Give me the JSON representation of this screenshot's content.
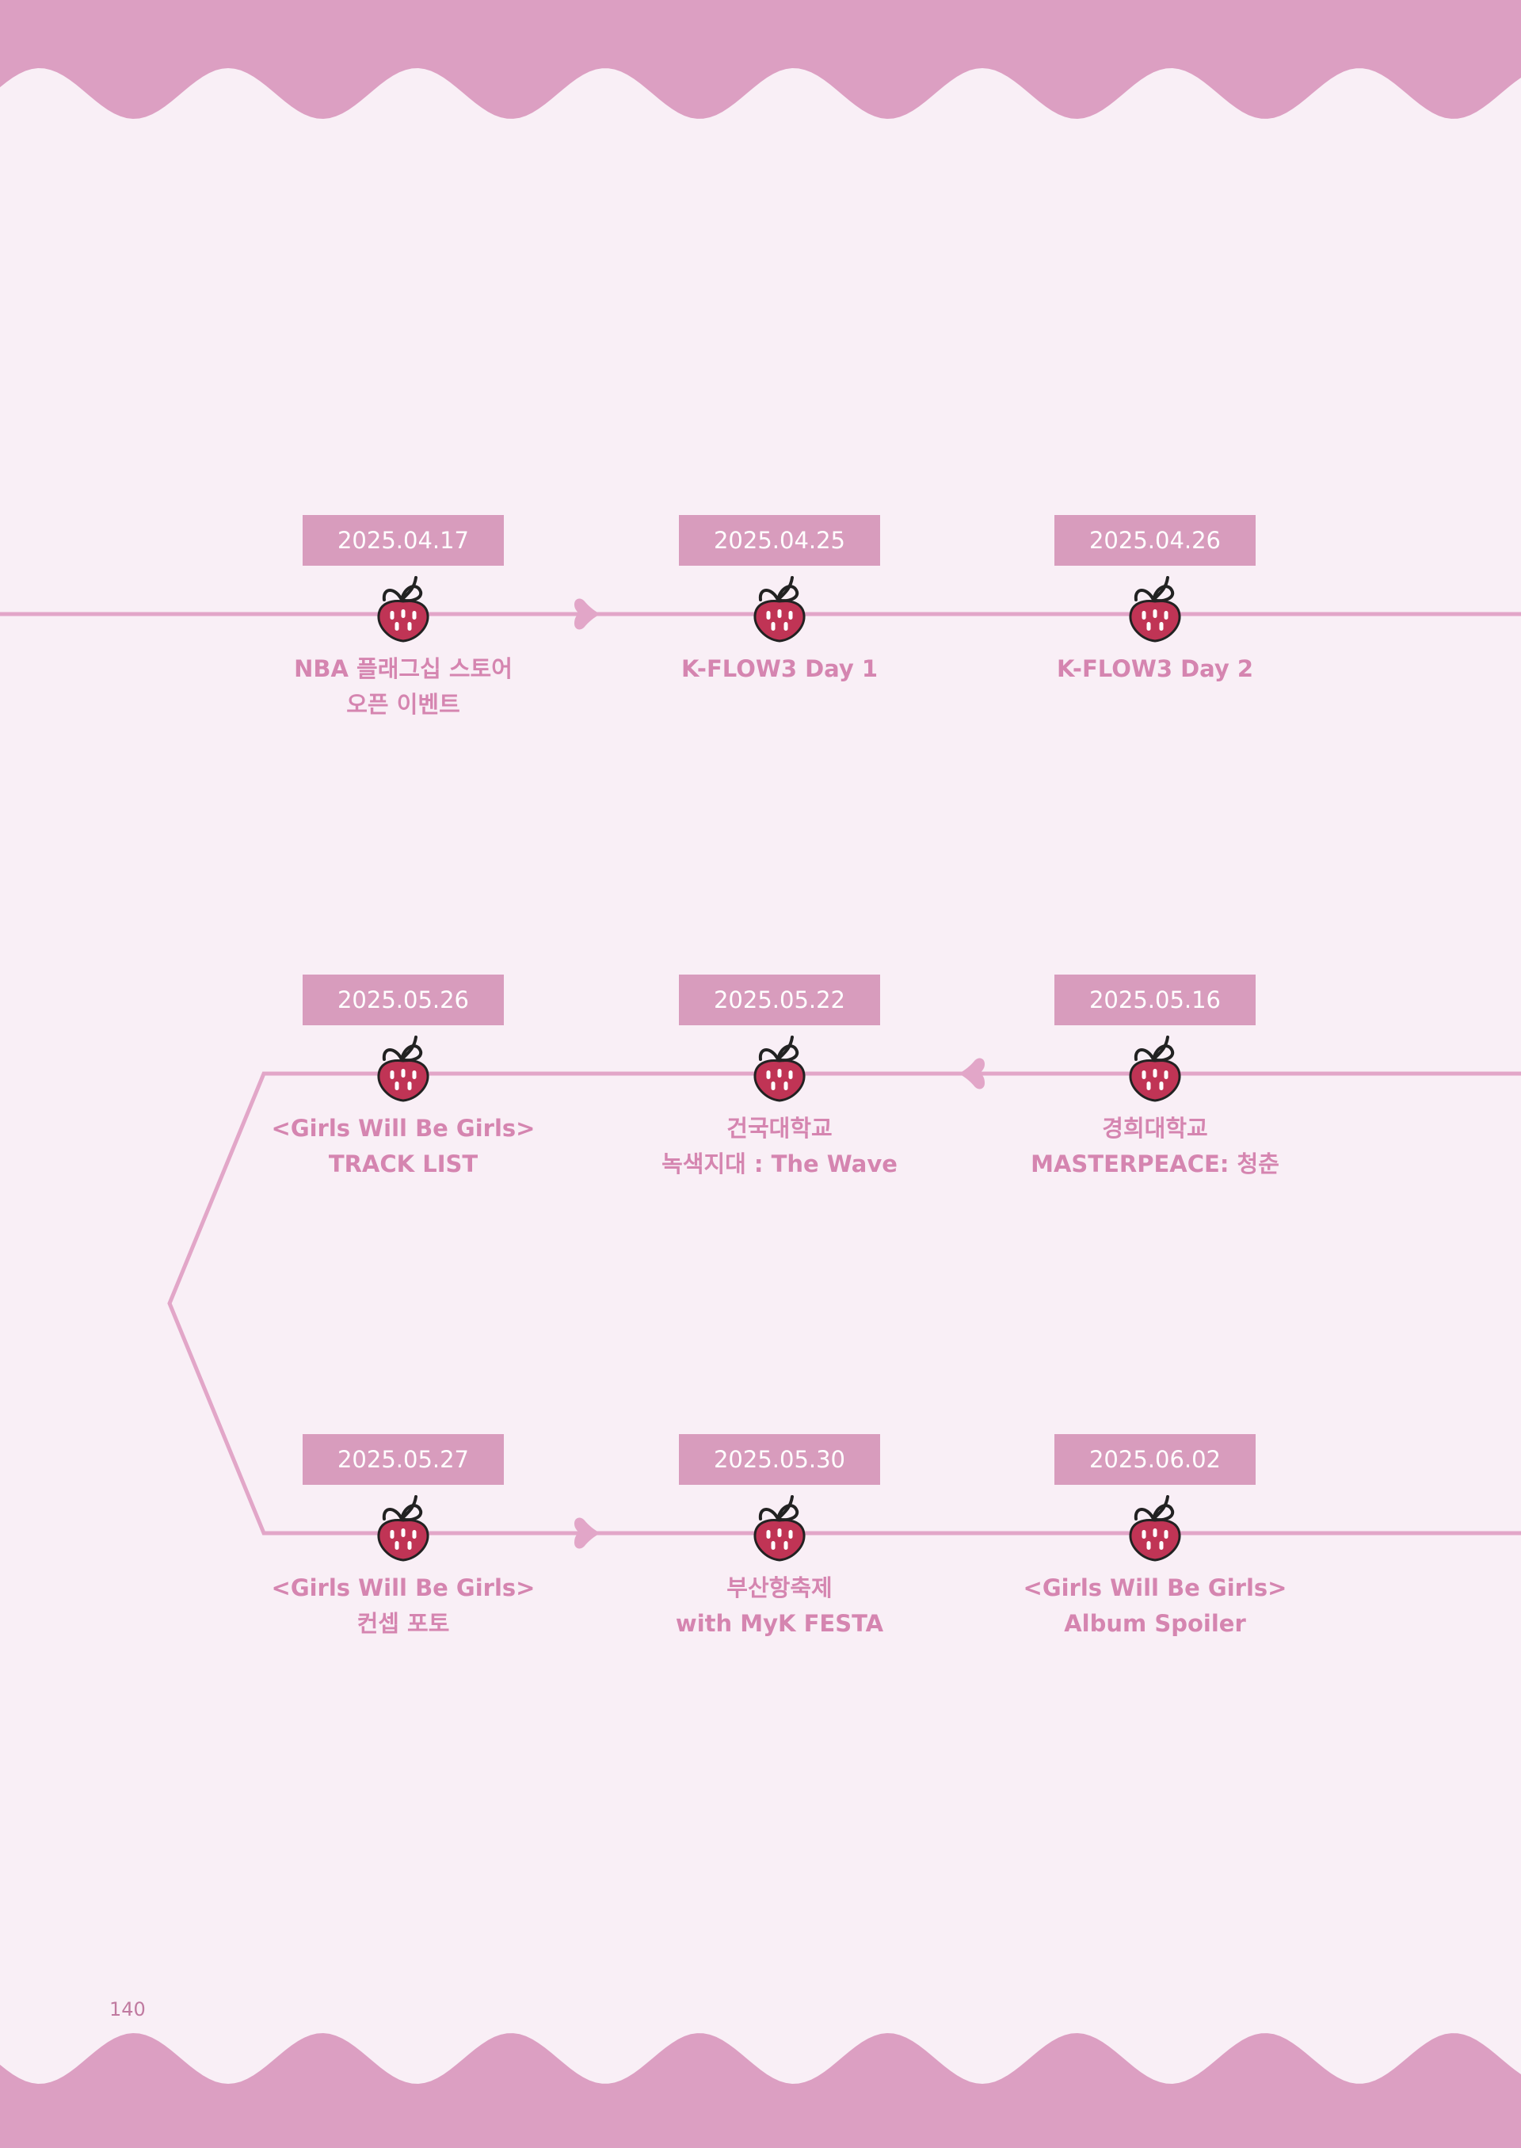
{
  "colors": {
    "background": "#f9eff6",
    "wave": "#dc9fc2",
    "timeline": "#e2a6c8",
    "date_box": "#d89cbd",
    "date_text": "#ffffff",
    "label_text": "#d585b0",
    "strawberry_body": "#c03455",
    "strawberry_outline": "#222222"
  },
  "timeline": {
    "rows": [
      {
        "direction": "right",
        "events": [
          {
            "date": "2025.04.17",
            "lines": [
              "NBA 플래그십 스토어",
              "오픈 이벤트"
            ],
            "icon": "strawberry-icon"
          },
          {
            "date": "2025.04.25",
            "lines": [
              "K-FLOW3 Day 1"
            ],
            "icon": "strawberry-icon"
          },
          {
            "date": "2025.04.26",
            "lines": [
              "K-FLOW3 Day 2"
            ],
            "icon": "strawberry-icon"
          }
        ]
      },
      {
        "direction": "left",
        "events": [
          {
            "date": "2025.05.26",
            "lines": [
              "<Girls Will Be Girls>",
              "TRACK LIST"
            ],
            "icon": "strawberry-icon"
          },
          {
            "date": "2025.05.22",
            "lines": [
              "건국대학교",
              "녹색지대 : The Wave"
            ],
            "icon": "strawberry-icon"
          },
          {
            "date": "2025.05.16",
            "lines": [
              "경희대학교",
              "MASTERPEACE: 청춘"
            ],
            "icon": "strawberry-icon"
          }
        ]
      },
      {
        "direction": "right",
        "events": [
          {
            "date": "2025.05.27",
            "lines": [
              "<Girls Will Be Girls>",
              "컨셉 포토"
            ],
            "icon": "strawberry-icon"
          },
          {
            "date": "2025.05.30",
            "lines": [
              "부산항축제",
              "with MyK FESTA"
            ],
            "icon": "strawberry-icon"
          },
          {
            "date": "2025.06.02",
            "lines": [
              "<Girls Will Be Girls>",
              "Album Spoiler"
            ],
            "icon": "strawberry-icon"
          }
        ]
      }
    ]
  },
  "footer": {
    "page_number": "140"
  }
}
